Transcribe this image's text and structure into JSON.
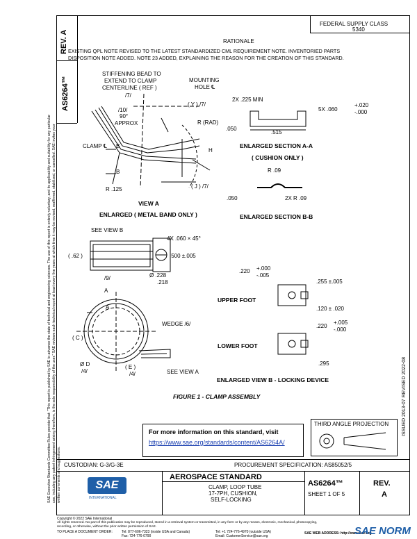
{
  "rev_header": {
    "label_rev": "REV.",
    "label_letter": "A"
  },
  "doc_side_id": "AS6264™",
  "left_disclaimer": "SAE Executive Standards Committee Rules provide that: \"This report is published by SAE to advance the state of technical and engineering sciences. The use of this report is entirely voluntary, and its applicability and suitability for any particular use, including any patent infringement arising therefrom, is the sole responsibility of the user.\" SAE reviews each technical report at least every five years at which time it may be revised, reaffirmed, stabilized, or cancelled. SAE invites your written comments and suggestions.",
  "top_right_box": {
    "line1": "FEDERAL SUPPLY CLASS",
    "line2": "5340"
  },
  "rationale": {
    "title": "RATIONALE",
    "text1": "EXISTING QPL NOTE REVISED TO THE LATEST STANDARDIZED CML REQUIREMENT NOTE. INVENTORIED PARTS",
    "text2": "DISPOSITION NOTE ADDED. NOTE 23 ADDED, EXPLAINING THE REASON FOR THE CREATION OF THIS STANDARD."
  },
  "view_a": {
    "stiffening": [
      "STIFFENING BEAD TO",
      "EXTEND TO CLAMP",
      "CENTERLINE ( REF )"
    ],
    "ref7": "/7/",
    "mounting": [
      "MOUNTING",
      "HOLE ℄"
    ],
    "y_dim": "( Y ) /7/",
    "angle": [
      "/10/",
      "90°",
      "APPROX"
    ],
    "r_rad": "R (RAD)",
    "clamp_cl": "CLAMP ℄",
    "b1": "B",
    "b2": "B",
    "h": "H",
    "r125": "R .125",
    "j_dim": "( J ) /7/",
    "title": "VIEW A",
    "subtitle": "ENLARGED ( METAL BAND ONLY )"
  },
  "section_aa": {
    "min": "2X .225 MIN",
    "x060": "5X .060",
    "tol_plus": "+.020",
    "tol_minus": "-.000",
    "d050": ".050",
    "d515": ".515",
    "title": "ENLARGED SECTION A-A",
    "subtitle": "( CUSHION ONLY )"
  },
  "section_bb": {
    "r09": "R .09",
    "d050": ".050",
    "r09x2": "2X R .09",
    "title": "ENLARGED SECTION B-B"
  },
  "view_b_ref": {
    "see_view_b": "SEE VIEW B",
    "chamfer": "4X .060 × 45°",
    "d62": "( .62 )",
    "d500": ".500 ±.005",
    "ref9": "/9/",
    "dia1": "Ø .228",
    "dia2": ".218"
  },
  "clamp_main": {
    "a_top": "A",
    "a_bot": "A",
    "wedge": "WEDGE /6/",
    "c": "( C )",
    "e": "( E )",
    "ref4a": "/4/",
    "ref4b": "/4/",
    "d": "Ø D",
    "see_view_a": "SEE VIEW A"
  },
  "view_b": {
    "d220_upper": ".220",
    "tol_p1": "+.000",
    "tol_m1": "-.005",
    "d255": ".255 ±.005",
    "upper_foot": "UPPER FOOT",
    "d120": ".120 ± .020",
    "d220_lower": ".220",
    "tol_p2": "+.005",
    "tol_m2": "-.000",
    "lower_foot": "LOWER FOOT",
    "d295": ".295",
    "title": "ENLARGED VIEW B - LOCKING DEVICE"
  },
  "figure_title": "FIGURE 1 - CLAMP ASSEMBLY",
  "right_side_dates": "ISSUED 2013-07     REVISED 2022-08",
  "third_angle": "THIRD ANGLE PROJECTION",
  "info_box": {
    "heading": "For more information on this standard, visit",
    "link": "https://www.sae.org/standards/content/AS6264A/"
  },
  "bottom_bar": {
    "custodian": "CUSTODIAN: G-3/G-3E",
    "procurement": "PROCUREMENT SPECIFICATION: AS85052/5"
  },
  "title_block": {
    "aero": "AEROSPACE STANDARD",
    "desc1": "CLAMP, LOOP TUBE",
    "desc2": "17-7PH, CUSHION,",
    "desc3": "SELF-LOCKING",
    "doc_no": "AS6264™",
    "sheet": "SHEET 1 OF 5",
    "rev_label": "REV.",
    "rev": "A",
    "sae_logo": "SAE",
    "sae_intl": "INTERNATIONAL"
  },
  "footer": {
    "copyright": "Copyright © 2022 SAE International",
    "rights": "All rights reserved. No part of this publication may be reproduced, stored in a retrieval system or transmitted, in any form or by any means, electronic, mechanical, photocopying,",
    "rights2": "recording, or otherwise, without the prior written permission of SAE.",
    "order": "TO PLACE A DOCUMENT ORDER:",
    "tel1": "Tel: 877-606-7323 (inside USA and Canada)",
    "fax": "Fax: 724-776-0790",
    "tel2": "Tel: +1 724-776-4970 (outside USA)",
    "email": "Email: CustomerService@sae.org",
    "web": "SAE WEB ADDRESS: http://www.sae.org"
  },
  "watermark": "SAE NORM",
  "colors": {
    "link": "#1a3fb0",
    "watermark": "#1f5fa8"
  }
}
